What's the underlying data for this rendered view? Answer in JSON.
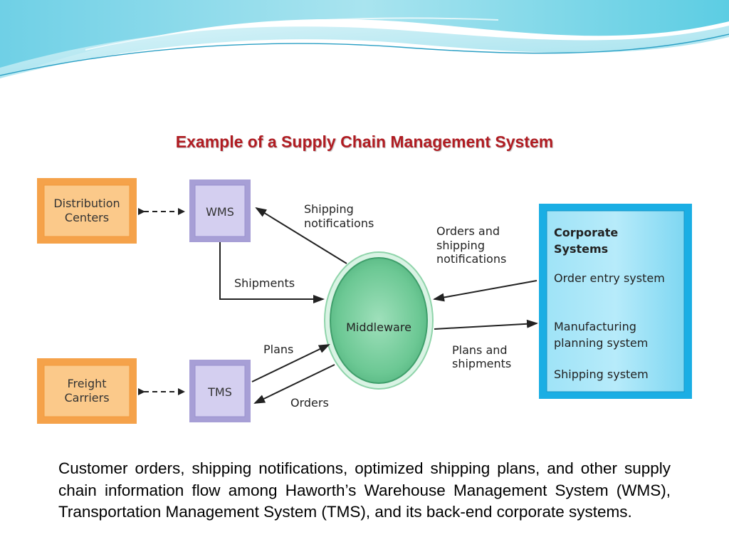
{
  "slide": {
    "title": "Example of a Supply Chain Management System",
    "caption": "Customer orders, shipping notifications, optimized shipping plans, and other supply chain information flow among Haworth’s Warehouse Management System (WMS), Transportation Management System (TMS), and its back-end corporate systems."
  },
  "diagram": {
    "nodes": {
      "distribution": [
        "Distribution",
        "Centers"
      ],
      "freight": [
        "Freight",
        "Carriers"
      ],
      "wms": "WMS",
      "tms": "TMS",
      "middleware": "Middleware",
      "corporate_title": [
        "Corporate",
        "Systems"
      ],
      "corporate_items": [
        [
          "Order entry system"
        ],
        [
          "Manufacturing",
          "planning system"
        ],
        [
          "Shipping system"
        ]
      ]
    },
    "flows": {
      "shipping_notifications": [
        "Shipping",
        "notifications"
      ],
      "shipments": "Shipments",
      "plans": "Plans",
      "orders": "Orders",
      "orders_and_shipping": [
        "Orders and",
        "shipping",
        "notifications"
      ],
      "plans_and_shipments": [
        "Plans and",
        "shipments"
      ]
    },
    "colors": {
      "orange_box": "#f9b467",
      "purple_box": "#c9c3e8",
      "middleware": "#7fcfa3",
      "corporate": "#1fb4e8",
      "title": "#b01c22"
    }
  }
}
